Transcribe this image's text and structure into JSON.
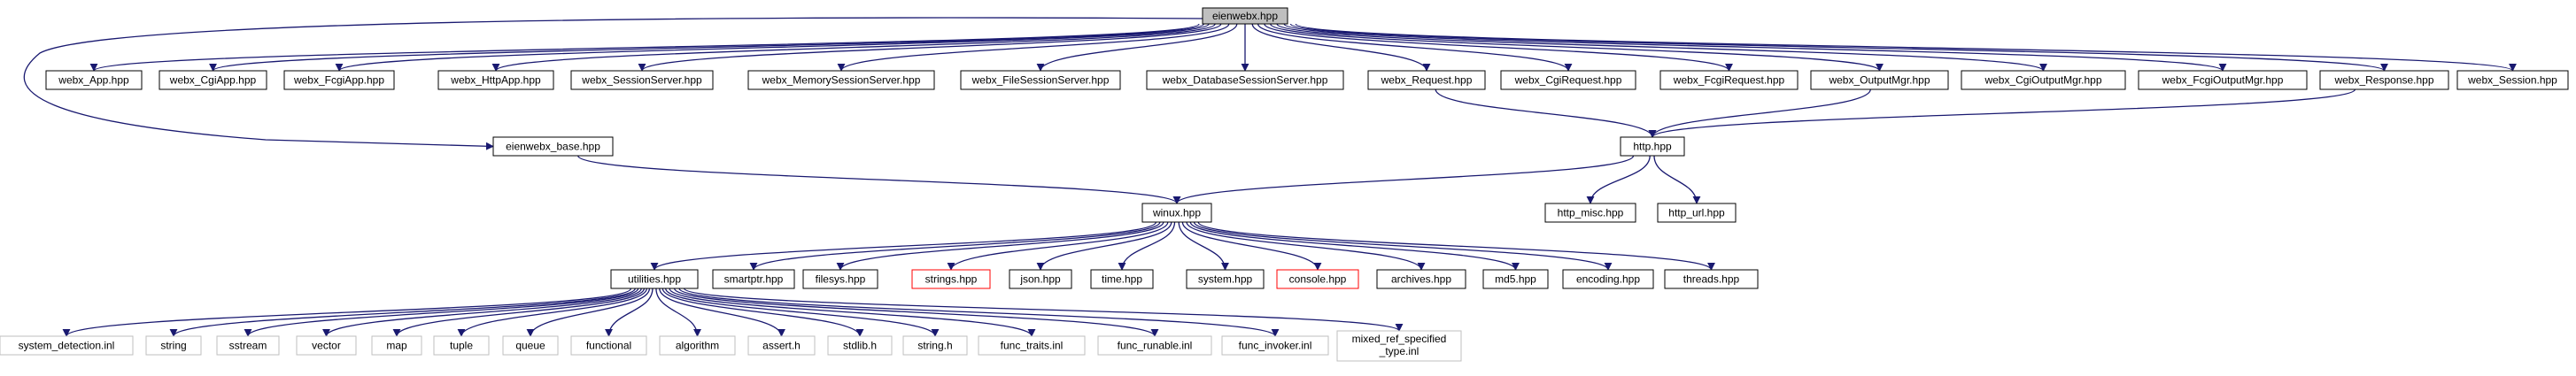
{
  "graph": {
    "nodes": [
      {
        "id": "eienwebx",
        "label": "eienwebx.hpp",
        "style": "root"
      },
      {
        "id": "webx_App",
        "label": "webx_App.hpp",
        "style": "normal"
      },
      {
        "id": "webx_CgiApp",
        "label": "webx_CgiApp.hpp",
        "style": "normal"
      },
      {
        "id": "webx_FcgiApp",
        "label": "webx_FcgiApp.hpp",
        "style": "normal"
      },
      {
        "id": "webx_HttpApp",
        "label": "webx_HttpApp.hpp",
        "style": "normal"
      },
      {
        "id": "webx_SessionServer",
        "label": "webx_SessionServer.hpp",
        "style": "normal"
      },
      {
        "id": "webx_MemorySessionServer",
        "label": "webx_MemorySessionServer.hpp",
        "style": "normal"
      },
      {
        "id": "webx_FileSessionServer",
        "label": "webx_FileSessionServer.hpp",
        "style": "normal"
      },
      {
        "id": "webx_DatabaseSessionServer",
        "label": "webx_DatabaseSessionServer.hpp",
        "style": "normal"
      },
      {
        "id": "webx_Request",
        "label": "webx_Request.hpp",
        "style": "normal"
      },
      {
        "id": "webx_CgiRequest",
        "label": "webx_CgiRequest.hpp",
        "style": "normal"
      },
      {
        "id": "webx_FcgiRequest",
        "label": "webx_FcgiRequest.hpp",
        "style": "normal"
      },
      {
        "id": "webx_OutputMgr",
        "label": "webx_OutputMgr.hpp",
        "style": "normal"
      },
      {
        "id": "webx_CgiOutputMgr",
        "label": "webx_CgiOutputMgr.hpp",
        "style": "normal"
      },
      {
        "id": "webx_FcgiOutputMgr",
        "label": "webx_FcgiOutputMgr.hpp",
        "style": "normal"
      },
      {
        "id": "webx_Response",
        "label": "webx_Response.hpp",
        "style": "normal"
      },
      {
        "id": "webx_Session",
        "label": "webx_Session.hpp",
        "style": "normal"
      },
      {
        "id": "eienwebx_base",
        "label": "eienwebx_base.hpp",
        "style": "normal"
      },
      {
        "id": "http",
        "label": "http.hpp",
        "style": "normal"
      },
      {
        "id": "http_misc",
        "label": "http_misc.hpp",
        "style": "normal"
      },
      {
        "id": "http_url",
        "label": "http_url.hpp",
        "style": "normal"
      },
      {
        "id": "winux",
        "label": "winux.hpp",
        "style": "normal"
      },
      {
        "id": "utilities",
        "label": "utilities.hpp",
        "style": "normal"
      },
      {
        "id": "smartptr",
        "label": "smartptr.hpp",
        "style": "normal"
      },
      {
        "id": "filesys",
        "label": "filesys.hpp",
        "style": "normal"
      },
      {
        "id": "strings",
        "label": "strings.hpp",
        "style": "red"
      },
      {
        "id": "json",
        "label": "json.hpp",
        "style": "normal"
      },
      {
        "id": "time",
        "label": "time.hpp",
        "style": "normal"
      },
      {
        "id": "system",
        "label": "system.hpp",
        "style": "normal"
      },
      {
        "id": "console",
        "label": "console.hpp",
        "style": "red"
      },
      {
        "id": "archives",
        "label": "archives.hpp",
        "style": "normal"
      },
      {
        "id": "md5",
        "label": "md5.hpp",
        "style": "normal"
      },
      {
        "id": "encoding",
        "label": "encoding.hpp",
        "style": "normal"
      },
      {
        "id": "threads",
        "label": "threads.hpp",
        "style": "normal"
      },
      {
        "id": "system_detection",
        "label": "system_detection.inl",
        "style": "gray"
      },
      {
        "id": "string",
        "label": "string",
        "style": "gray"
      },
      {
        "id": "sstream",
        "label": "sstream",
        "style": "gray"
      },
      {
        "id": "vector",
        "label": "vector",
        "style": "gray"
      },
      {
        "id": "map",
        "label": "map",
        "style": "gray"
      },
      {
        "id": "tuple",
        "label": "tuple",
        "style": "gray"
      },
      {
        "id": "queue",
        "label": "queue",
        "style": "gray"
      },
      {
        "id": "functional",
        "label": "functional",
        "style": "gray"
      },
      {
        "id": "algorithm",
        "label": "algorithm",
        "style": "gray"
      },
      {
        "id": "assert_h",
        "label": "assert.h",
        "style": "gray"
      },
      {
        "id": "stdlib_h",
        "label": "stdlib.h",
        "style": "gray"
      },
      {
        "id": "string_h",
        "label": "string.h",
        "style": "gray"
      },
      {
        "id": "func_traits",
        "label": "func_traits.inl",
        "style": "gray"
      },
      {
        "id": "func_runable",
        "label": "func_runable.inl",
        "style": "gray"
      },
      {
        "id": "func_invoker",
        "label": "func_invoker.inl",
        "style": "gray"
      },
      {
        "id": "mixed_ref",
        "label": "mixed_ref_specified",
        "label2": "_type.inl",
        "style": "gray"
      }
    ],
    "edges": [
      [
        "eienwebx",
        "webx_App"
      ],
      [
        "eienwebx",
        "webx_CgiApp"
      ],
      [
        "eienwebx",
        "webx_FcgiApp"
      ],
      [
        "eienwebx",
        "webx_HttpApp"
      ],
      [
        "eienwebx",
        "webx_SessionServer"
      ],
      [
        "eienwebx",
        "webx_MemorySessionServer"
      ],
      [
        "eienwebx",
        "webx_FileSessionServer"
      ],
      [
        "eienwebx",
        "webx_DatabaseSessionServer"
      ],
      [
        "eienwebx",
        "webx_Request"
      ],
      [
        "eienwebx",
        "webx_CgiRequest"
      ],
      [
        "eienwebx",
        "webx_FcgiRequest"
      ],
      [
        "eienwebx",
        "webx_OutputMgr"
      ],
      [
        "eienwebx",
        "webx_CgiOutputMgr"
      ],
      [
        "eienwebx",
        "webx_FcgiOutputMgr"
      ],
      [
        "eienwebx",
        "webx_Response"
      ],
      [
        "eienwebx",
        "webx_Session"
      ],
      [
        "eienwebx",
        "eienwebx_base"
      ],
      [
        "webx_Request",
        "http"
      ],
      [
        "webx_OutputMgr",
        "http"
      ],
      [
        "webx_Response",
        "http"
      ],
      [
        "eienwebx_base",
        "winux"
      ],
      [
        "http",
        "winux"
      ],
      [
        "http",
        "http_misc"
      ],
      [
        "http",
        "http_url"
      ],
      [
        "winux",
        "utilities"
      ],
      [
        "winux",
        "smartptr"
      ],
      [
        "winux",
        "filesys"
      ],
      [
        "winux",
        "strings"
      ],
      [
        "winux",
        "json"
      ],
      [
        "winux",
        "time"
      ],
      [
        "winux",
        "system"
      ],
      [
        "winux",
        "console"
      ],
      [
        "winux",
        "archives"
      ],
      [
        "winux",
        "md5"
      ],
      [
        "winux",
        "encoding"
      ],
      [
        "winux",
        "threads"
      ],
      [
        "utilities",
        "system_detection"
      ],
      [
        "utilities",
        "string"
      ],
      [
        "utilities",
        "sstream"
      ],
      [
        "utilities",
        "vector"
      ],
      [
        "utilities",
        "map"
      ],
      [
        "utilities",
        "tuple"
      ],
      [
        "utilities",
        "queue"
      ],
      [
        "utilities",
        "functional"
      ],
      [
        "utilities",
        "algorithm"
      ],
      [
        "utilities",
        "assert_h"
      ],
      [
        "utilities",
        "stdlib_h"
      ],
      [
        "utilities",
        "string_h"
      ],
      [
        "utilities",
        "func_traits"
      ],
      [
        "utilities",
        "func_runable"
      ],
      [
        "utilities",
        "func_invoker"
      ],
      [
        "utilities",
        "mixed_ref"
      ]
    ],
    "colors": {
      "edge": "#191970",
      "root_fill": "#bfbfbf",
      "node_border": "#000000",
      "external_border": "#bfbfbf",
      "truncated_border": "#ff0000"
    }
  }
}
